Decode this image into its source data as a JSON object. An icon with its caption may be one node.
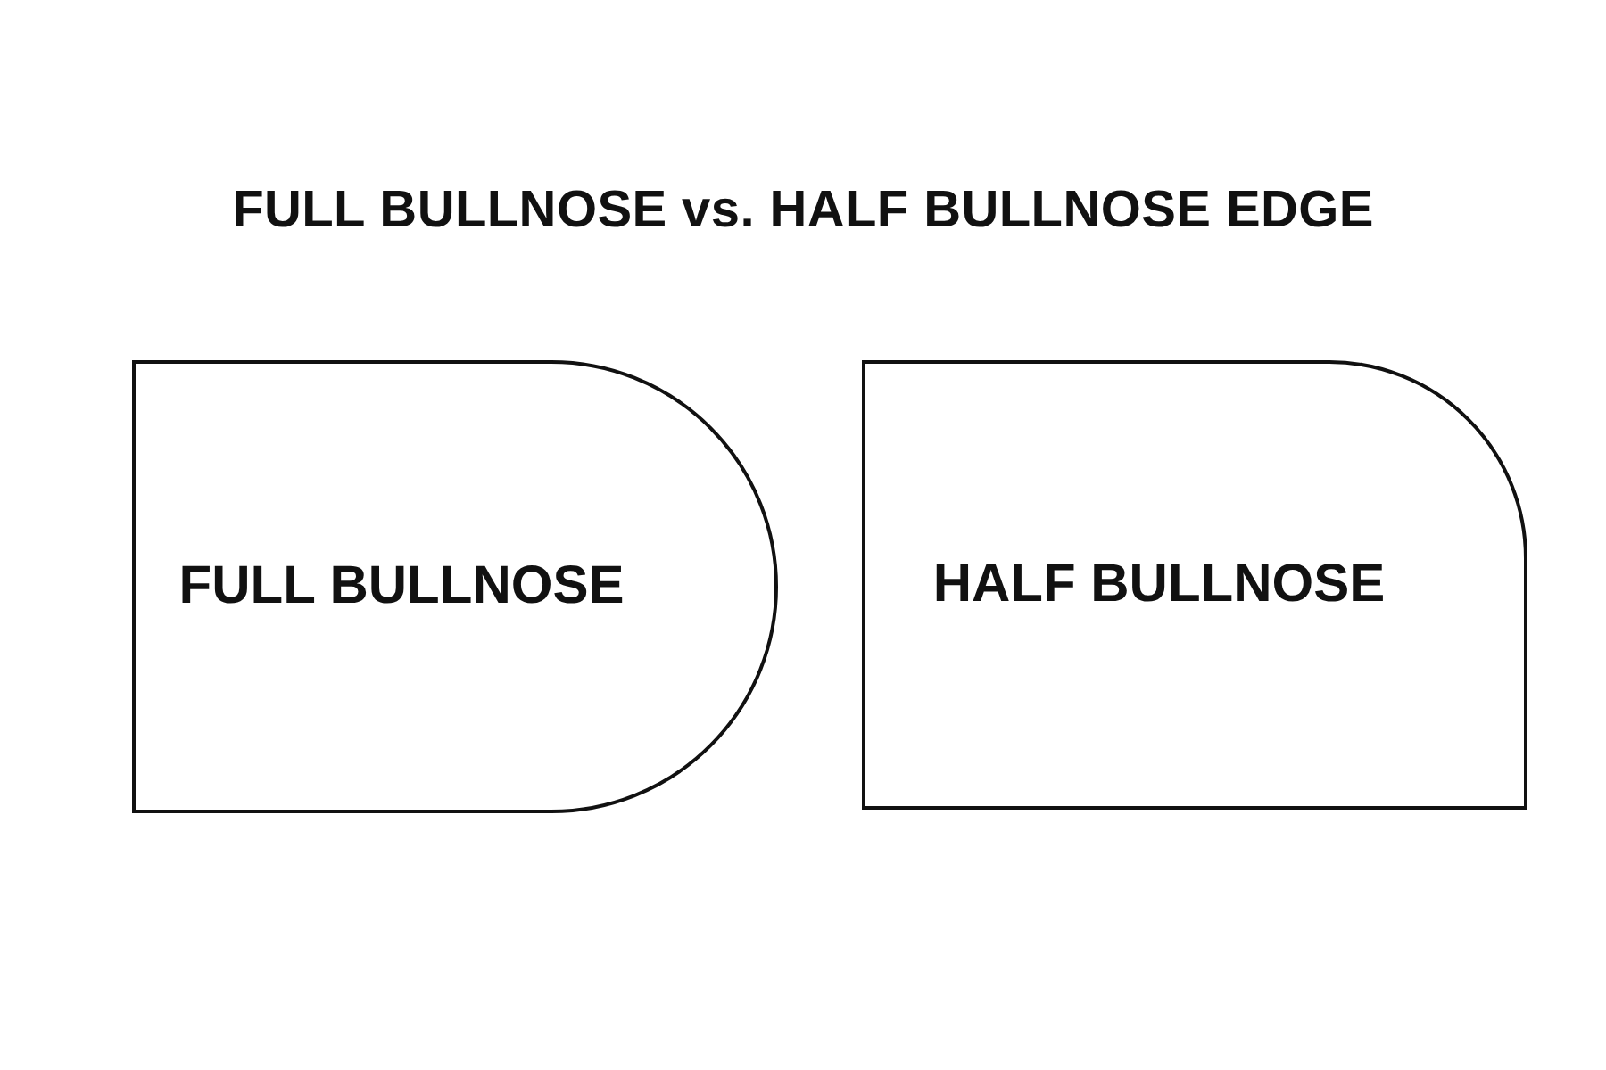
{
  "diagram": {
    "title": "FULL BULLNOSE vs. HALF BULLNOSE EDGE",
    "nodes": [
      {
        "text": [
          "FULL BULLNOSE"
        ]
      },
      {
        "text": [
          "HALF BULLNOSE"
        ]
      }
    ]
  }
}
